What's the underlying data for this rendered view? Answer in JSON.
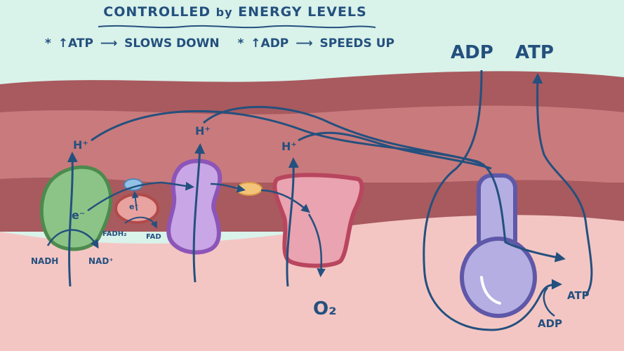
{
  "title": {
    "part1": "CONTROLLED",
    "part2": "by",
    "part3": "ENERGY LEVELS"
  },
  "notes": {
    "note1_bullet": "*",
    "note1_a": "↑ATP",
    "note1_arrow": "⟶",
    "note1_b": "SLOWS DOWN",
    "note2_bullet": "*",
    "note2_a": "↑ADP",
    "note2_arrow": "⟶",
    "note2_b": "SPEEDS UP"
  },
  "top_labels": {
    "adp": "ADP",
    "atp": "ATP"
  },
  "labels": {
    "h1": "H⁺",
    "h2": "H⁺",
    "h3": "H⁺",
    "electron1": "e⁻",
    "electron2": "e⁻",
    "nadh": "NADH",
    "nad": "NAD⁺",
    "fadh2": "FADH₂",
    "fad": "FAD",
    "o2": "O₂",
    "atp_out": "ATP",
    "adp_in": "ADP"
  },
  "colors": {
    "sky": "#d9f2ea",
    "membrane_outer": "#a85a5e",
    "membrane_inner": "#c97a7c",
    "matrix": "#f3c6c4",
    "arrow": "#24507e",
    "complex1": "#7fbf7a",
    "complex2": "#c9605e",
    "complex3": "#b98bd8",
    "complex4": "#e89aa8",
    "atp_synthase": "#a6a0d8",
    "ubiquinone": "#93c2e6",
    "cytochrome_c": "#f0b96a"
  }
}
